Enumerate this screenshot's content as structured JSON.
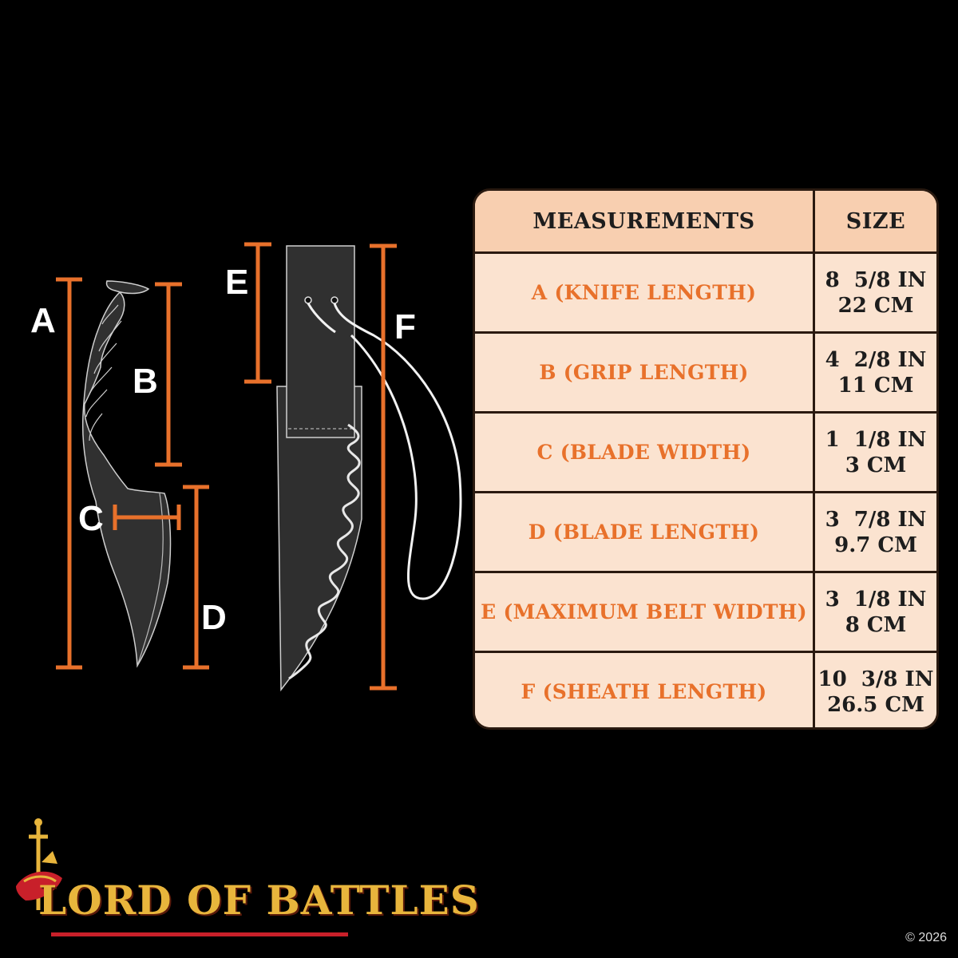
{
  "dimension_letters": [
    "A",
    "B",
    "C",
    "D",
    "E",
    "F"
  ],
  "table": {
    "header": {
      "measurement": "MEASUREMENTS",
      "size": "SIZE"
    },
    "rows": [
      {
        "label": "A (KNIFE LENGTH)",
        "size_in": "8  5/8 IN",
        "size_cm": "22 CM"
      },
      {
        "label": "B (GRIP LENGTH)",
        "size_in": "4  2/8 IN",
        "size_cm": "11 CM"
      },
      {
        "label": "C (BLADE WIDTH)",
        "size_in": "1  1/8 IN",
        "size_cm": "3 CM"
      },
      {
        "label": "D (BLADE LENGTH)",
        "size_in": "3  7/8 IN",
        "size_cm": "9.7 CM"
      },
      {
        "label": "E (MAXIMUM BELT WIDTH)",
        "size_in": "3  1/8 IN",
        "size_cm": "8 CM"
      },
      {
        "label": "F (SHEATH LENGTH)",
        "size_in": "10  3/8 IN",
        "size_cm": "26.5 CM"
      }
    ]
  },
  "logo": {
    "text": "LORD OF BATTLES"
  },
  "copyright": "© 2026",
  "colors": {
    "background": "#000000",
    "dimension_line": "#e8712b",
    "table_body": "#fbe3d0",
    "table_header": "#f8cfb0",
    "label_text": "#e8712b",
    "logo_gold": "#e8b53c",
    "logo_red": "#c8202a"
  }
}
